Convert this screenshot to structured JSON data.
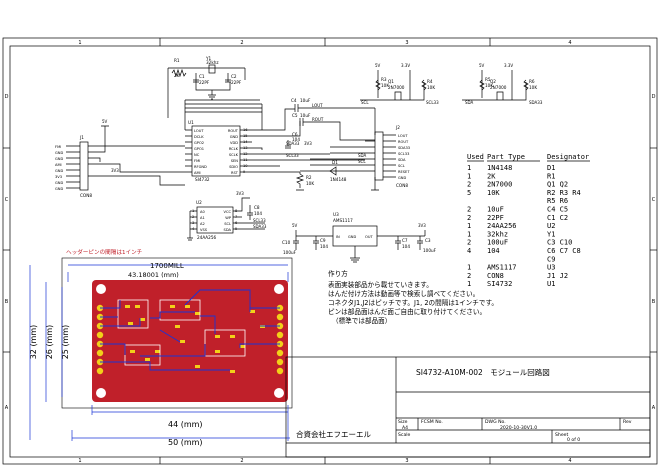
{
  "frame": {
    "columns": [
      "1",
      "2",
      "3",
      "4"
    ],
    "rows": [
      "D",
      "C",
      "B",
      "A"
    ]
  },
  "schematic": {
    "components": {
      "r1": {
        "ref": "R1",
        "value": "2K"
      },
      "y1": {
        "ref": "Y1",
        "value": "32khz"
      },
      "c1": {
        "ref": "C1",
        "value": "22PF"
      },
      "c2": {
        "ref": "C2",
        "value": "22PF"
      },
      "u1": {
        "ref": "U1",
        "value": "SI4732",
        "left_pins": [
          "LOUT",
          "DCLK",
          "GPO2",
          "GPO1",
          "NC",
          "FMI",
          "RFGND",
          "AMI"
        ],
        "right_pins": [
          "ROUT",
          "GND",
          "VDD",
          "RCLK",
          "SCLK",
          "SEN",
          "SDIO",
          "RST"
        ]
      },
      "c4": {
        "ref": "C4",
        "value": "10uF"
      },
      "c5": {
        "ref": "C5",
        "value": "10uF"
      },
      "c6": {
        "ref": "C6",
        "value": "104"
      },
      "j1": {
        "ref": "J1",
        "value": "CON8",
        "pins": [
          "FMI",
          "GND",
          "GND",
          "AMI",
          "GND",
          "3V3",
          "GND",
          "GND"
        ]
      },
      "j2": {
        "ref": "J2",
        "value": "CON8",
        "pins": [
          "LOUT",
          "ROUT",
          "SDA33",
          "SCL33",
          "SDA",
          "SCL",
          "RESET",
          "GND"
        ]
      },
      "d1": {
        "ref": "D1",
        "value": "1N4148"
      },
      "r2": {
        "ref": "R2",
        "value": "10K"
      },
      "u2": {
        "ref": "U2",
        "value": "24AA256",
        "left_pins": [
          "A0",
          "A1",
          "A2",
          "VSS"
        ],
        "right_pins": [
          "VCC",
          "WP",
          "SCL",
          "SDA"
        ]
      },
      "c8": {
        "ref": "C8",
        "value": "104"
      },
      "u3": {
        "ref": "U3",
        "value": "AMS1117",
        "pins": [
          "IN",
          "GND",
          "OUT"
        ]
      },
      "c10": {
        "ref": "C10",
        "value": "100uF"
      },
      "c9": {
        "ref": "C9",
        "value": "104"
      },
      "c7": {
        "ref": "C7",
        "value": "104"
      },
      "c3": {
        "ref": "C3",
        "value": "100uF"
      },
      "q1": {
        "ref": "Q1",
        "value": "2N7000"
      },
      "q2": {
        "ref": "Q2",
        "value": "2N7000"
      },
      "r3": {
        "ref": "R3",
        "value": "10K"
      },
      "r4": {
        "ref": "R4",
        "value": "10K"
      },
      "r5": {
        "ref": "R5",
        "value": "10K"
      },
      "r6": {
        "ref": "R6",
        "value": "10K"
      }
    },
    "nets": {
      "lout": "LOUT",
      "rout": "ROUT",
      "sda": "SDA",
      "scl": "SCL",
      "sda33": "SDA33",
      "scl33": "SCL33",
      "v5": "5V",
      "v33": "3.3V",
      "v3v3": "3V3"
    },
    "pin_numbers": {
      "u1_right": [
        "16",
        "15",
        "14",
        "13",
        "12",
        "11",
        "10",
        "9"
      ],
      "u2_left": [
        "1",
        "2",
        "3",
        "4"
      ],
      "u2_right": [
        "8",
        "7",
        "6",
        "5"
      ],
      "j_pins": [
        "1",
        "2",
        "3",
        "4",
        "5",
        "6",
        "7",
        "8"
      ]
    },
    "header_note": "ヘッダーピンの間隔は1インチ"
  },
  "bom": {
    "headers": [
      "Used",
      "Part Type",
      "Designator"
    ],
    "rows": [
      [
        "1",
        "1N4148",
        "D1"
      ],
      [
        "1",
        "2K",
        "R1"
      ],
      [
        "2",
        "2N7000",
        "Q1 Q2"
      ],
      [
        "5",
        "10K",
        "R2 R3 R4"
      ],
      [
        "",
        "",
        "R5 R6"
      ],
      [
        "2",
        "10uF",
        "C4 C5"
      ],
      [
        "2",
        "22PF",
        "C1 C2"
      ],
      [
        "1",
        "24AA256",
        "U2"
      ],
      [
        "1",
        "32khz",
        "Y1"
      ],
      [
        "2",
        "100uF",
        "C3 C10"
      ],
      [
        "4",
        "104",
        "C6 C7 C8"
      ],
      [
        "",
        "",
        "C9"
      ],
      [
        "1",
        "AMS1117",
        "U3"
      ],
      [
        "2",
        "CON8",
        "J1 J2"
      ],
      [
        "1",
        "SI4732",
        "U1"
      ]
    ]
  },
  "pcb": {
    "dim_top": "1700MILL",
    "dim_top_mm": "43.18001 (mm)",
    "dim_bottom_1": "44 (mm)",
    "dim_bottom_2": "50 (mm)",
    "dim_left_1": "32 (mm)",
    "dim_left_2": "26 (mm)",
    "dim_left_3": "25 (mm)",
    "colors": {
      "board": "#c0202a",
      "pad": "#f2d019",
      "silk": "#ffffff",
      "trace": "#1a34d6"
    }
  },
  "notes": {
    "title": "作り方",
    "lines": [
      "表面実装部品から載せていきます。",
      "はんだ付け方法は動画等で検索し調べてください。",
      "コネクタJ1,J2はピッチです。J1, 2の間隔は1インチです。",
      "ピンは部品面はんだ面ご自由に取り付けてください。",
      "（標準では部品面）"
    ]
  },
  "title_block": {
    "title": "SI4732-A10M-002　モジュール回路図",
    "size_label": "Size",
    "size": "A4",
    "fcsm_label": "FCSM No.",
    "dwg_label": "DWG No.",
    "dwg": "2020-10-30V1.0",
    "rev_label": "Rev",
    "scale_label": "Scale",
    "sheet_label": "Sheet",
    "sheet": "0 of 0",
    "company": "合資会社エフエーエル"
  }
}
